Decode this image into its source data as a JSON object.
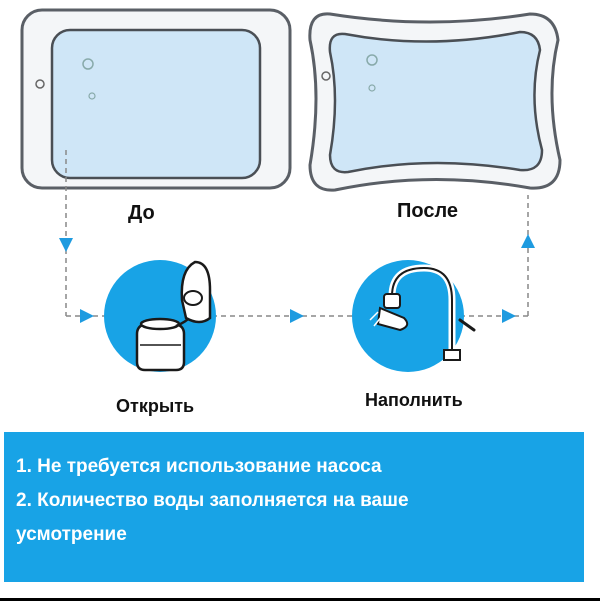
{
  "labels": {
    "before": "До",
    "after": "После",
    "open": "Открыть",
    "fill": "Наполнить"
  },
  "info": {
    "line1": "1. Не требуется использование насоса",
    "line2": "2. Количество воды заполняется на ваше",
    "line3": "усмотрение"
  },
  "colors": {
    "accent_blue": "#18a3e6",
    "water_light": "#cfe6f7",
    "dash_gray": "#888888",
    "arrow_blue": "#1e9be0"
  },
  "icons": {
    "open": "cap-bottle-icon",
    "fill": "faucet-hand-icon"
  }
}
